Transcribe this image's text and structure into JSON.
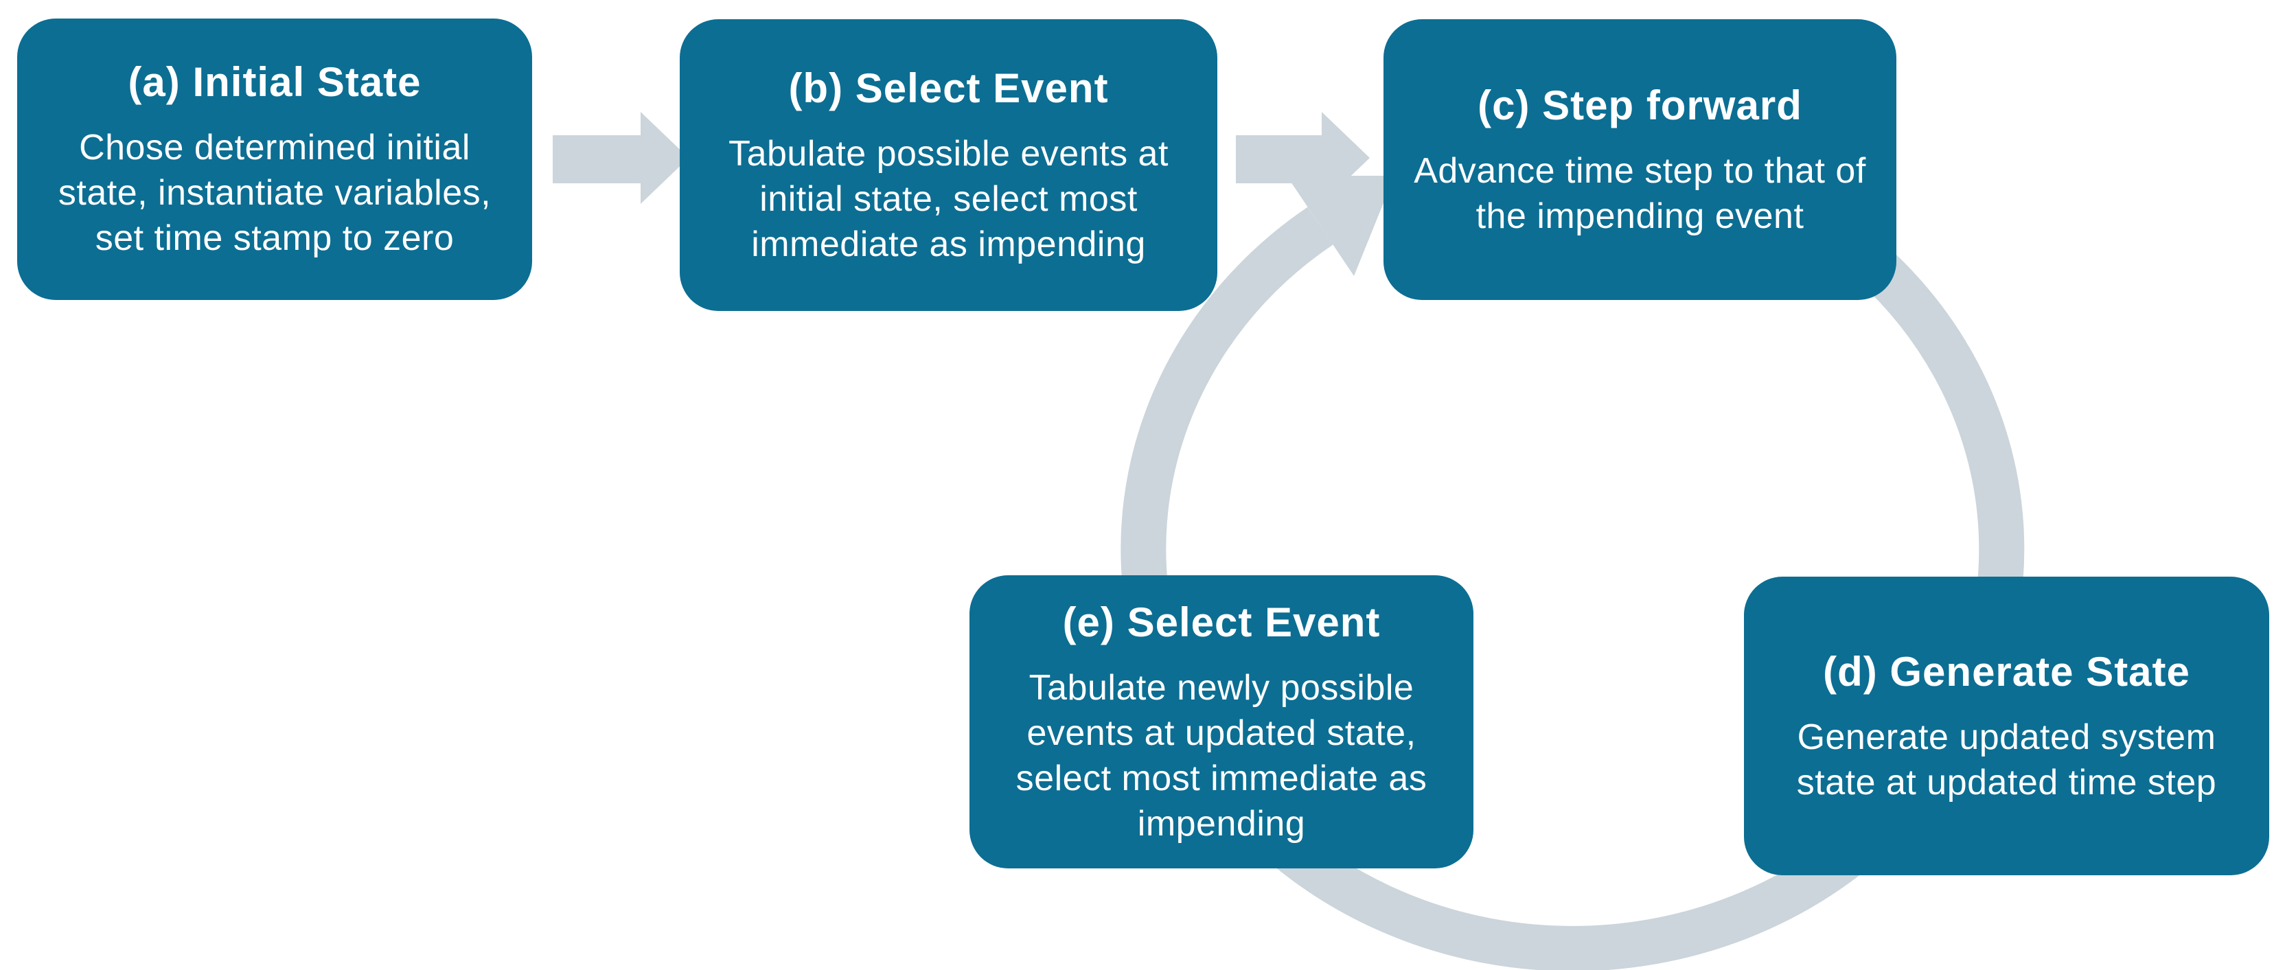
{
  "diagram": {
    "figure_type": "cycle-process-flowchart",
    "colors": {
      "box": "#0c6e93",
      "arrow": "#cbd5db",
      "text": "#ffffff",
      "background": "#ffffff"
    },
    "steps": [
      {
        "id": "a",
        "title": "(a) Initial State",
        "body": "Chose determined initial state, instantiate variables, set time stamp to zero"
      },
      {
        "id": "b",
        "title": "(b) Select Event",
        "body": "Tabulate possible events at initial state, select most immediate as impending"
      },
      {
        "id": "c",
        "title": "(c) Step forward",
        "body": "Advance time step to that of the impending event"
      },
      {
        "id": "d",
        "title": "(d) Generate State",
        "body": "Generate updated system state at updated time step"
      },
      {
        "id": "e",
        "title": "(e) Select Event",
        "body": "Tabulate newly possible events at updated state, select most immediate as impending"
      }
    ],
    "connections": [
      {
        "from": "a",
        "to": "b",
        "type": "straight-block-arrow"
      },
      {
        "from": "b",
        "to": "c",
        "type": "straight-block-arrow"
      },
      {
        "from": "c",
        "to": "d",
        "type": "cycle-arc"
      },
      {
        "from": "d",
        "to": "e",
        "type": "cycle-arc"
      },
      {
        "from": "e",
        "to": "c",
        "type": "cycle-arc-arrowhead"
      }
    ]
  }
}
